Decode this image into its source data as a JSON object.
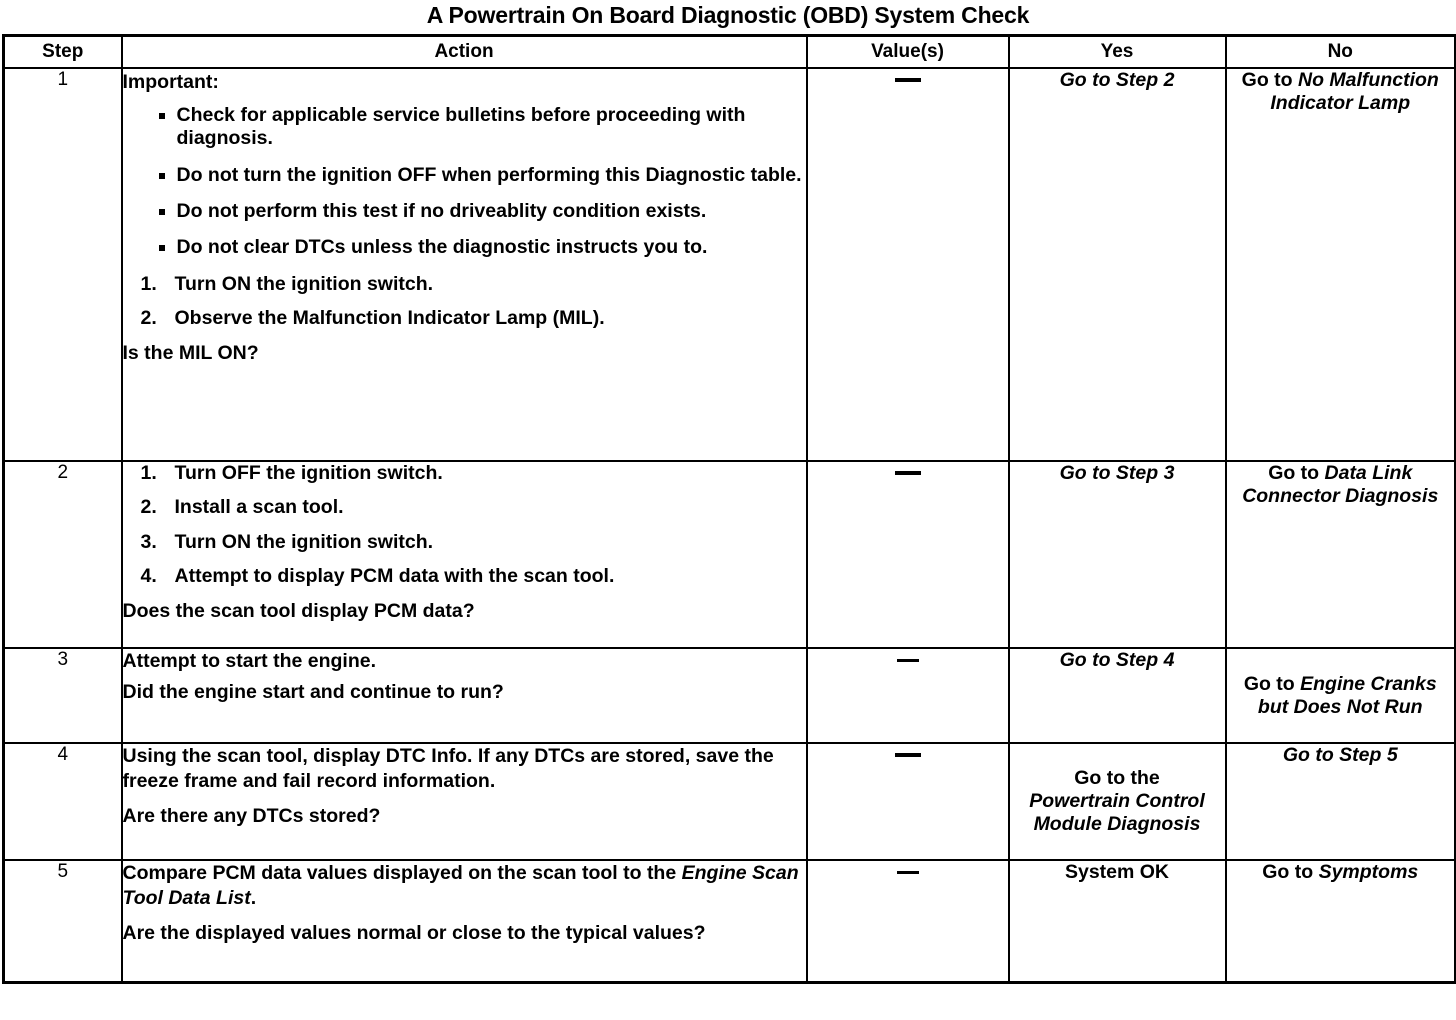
{
  "document": {
    "title": "A Powertrain On Board Diagnostic (OBD) System Check"
  },
  "table": {
    "columns": [
      {
        "key": "step",
        "label": "Step"
      },
      {
        "key": "action",
        "label": "Action"
      },
      {
        "key": "value",
        "label": "Value(s)"
      },
      {
        "key": "yes",
        "label": "Yes"
      },
      {
        "key": "no",
        "label": "No"
      }
    ],
    "rows": [
      {
        "step": "1",
        "important_label": "Important:",
        "bullets": [
          "Check for applicable service bulletins before proceeding with diagnosis.",
          "Do not turn the ignition OFF when performing this Diagnostic table.",
          "Do not perform this test if no driveablity condition exists.",
          "Do not clear DTCs unless the diagnostic instructs you to."
        ],
        "numbered": [
          {
            "num": "1.",
            "text": "Turn ON the ignition switch."
          },
          {
            "num": "2.",
            "text": "Observe the Malfunction Indicator Lamp (MIL)."
          }
        ],
        "question": "Is the MIL ON?",
        "value": "—",
        "yes_prefix": "",
        "yes_ref": "Go to Step 2",
        "no_prefix": "Go to ",
        "no_ref": "No Malfunction Indicator Lamp"
      },
      {
        "step": "2",
        "numbered": [
          {
            "num": "1.",
            "text": "Turn OFF the ignition switch."
          },
          {
            "num": "2.",
            "text": "Install a scan tool."
          },
          {
            "num": "3.",
            "text": "Turn ON the ignition switch."
          },
          {
            "num": "4.",
            "text": "Attempt to display PCM data with the scan tool."
          }
        ],
        "question": "Does the scan tool display PCM data?",
        "value": "—",
        "yes_prefix": "",
        "yes_ref": "Go to Step 3",
        "no_prefix": "Go to ",
        "no_ref": "Data Link Connector Diagnosis"
      },
      {
        "step": "3",
        "lines": [
          "Attempt to start the engine."
        ],
        "question": "Did the engine start and continue to run?",
        "value": "—",
        "yes_prefix": "",
        "yes_ref": "Go to Step 4",
        "no_prefix": "Go to ",
        "no_ref": "Engine Cranks but Does Not Run"
      },
      {
        "step": "4",
        "lines": [
          "Using the scan tool, display DTC Info. If any DTCs are stored, save the freeze frame and fail record information."
        ],
        "question": "Are there any DTCs stored?",
        "value": "—",
        "yes_prefix": "Go to the ",
        "yes_ref": "Powertrain Control Module Diagnosis",
        "no_prefix": "",
        "no_ref": "Go to Step 5"
      },
      {
        "step": "5",
        "lines_rich": [
          {
            "pre": "Compare PCM data values displayed on the scan tool to the ",
            "italic": "Engine Scan Tool Data List",
            "post": "."
          }
        ],
        "question": "Are the displayed values normal or close to the typical values?",
        "value": "—",
        "yes_prefix": "",
        "yes_ref": "System OK",
        "yes_ref_roman": true,
        "no_prefix": "Go to ",
        "no_ref": "Symptoms"
      }
    ]
  }
}
